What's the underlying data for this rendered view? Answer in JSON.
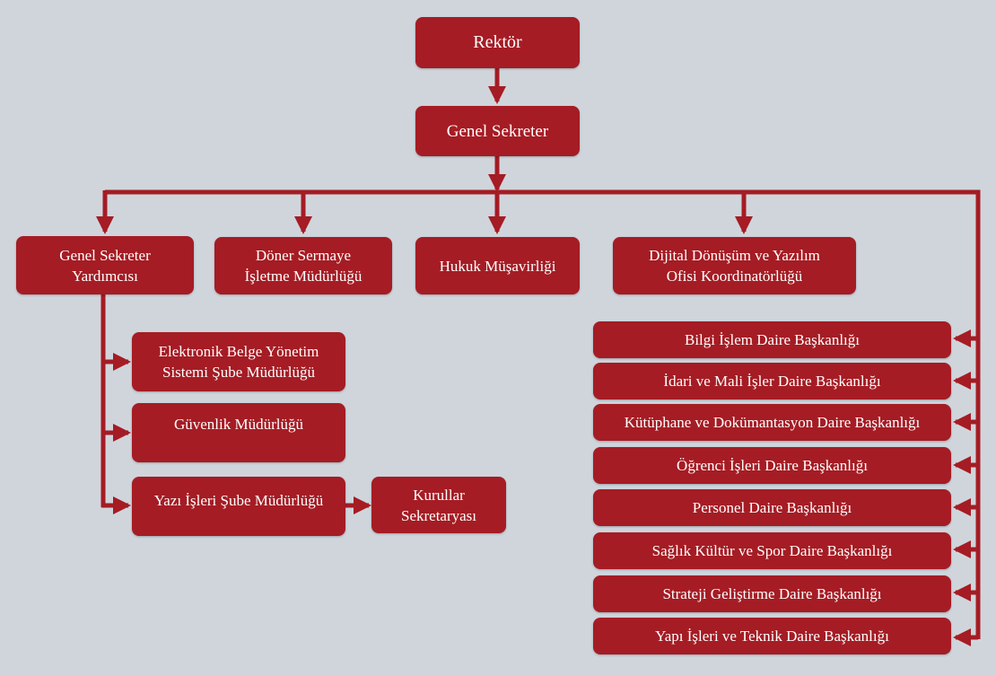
{
  "colors": {
    "box": "#a51c24",
    "line": "#a51c24",
    "background": "#d0d5dc",
    "text": "#ffffff"
  },
  "nodes": {
    "rektor": "Rektör",
    "genel_sekreter": "Genel Sekreter",
    "gs_yardimcisi": "Genel Sekreter\nYardımcısı",
    "doner_sermaye": "Döner Sermaye\nİşletme Müdürlüğü",
    "hukuk": "Hukuk Müşavirliği",
    "dijital": "Dijital Dönüşüm ve Yazılım\nOfisi Koordinatörlüğü",
    "ebys": "Elektronik Belge Yönetim\nSistemi Şube Müdürlüğü",
    "guvenlik": "Güvenlik Müdürlüğü",
    "yazi_isleri": "Yazı İşleri Şube Müdürlüğü",
    "kurullar": "Kurullar\nSekretaryası"
  },
  "departments": [
    "Bilgi İşlem Daire Başkanlığı",
    "İdari ve Mali İşler Daire Başkanlığı",
    "Kütüphane ve Dokümantasyon Daire Başkanlığı",
    "Öğrenci İşleri Daire Başkanlığı",
    "Personel Daire Başkanlığı",
    "Sağlık Kültür ve Spor Daire Başkanlığı",
    "Strateji Geliştirme Daire Başkanlığı",
    "Yapı İşleri ve Teknik Daire Başkanlığı"
  ]
}
